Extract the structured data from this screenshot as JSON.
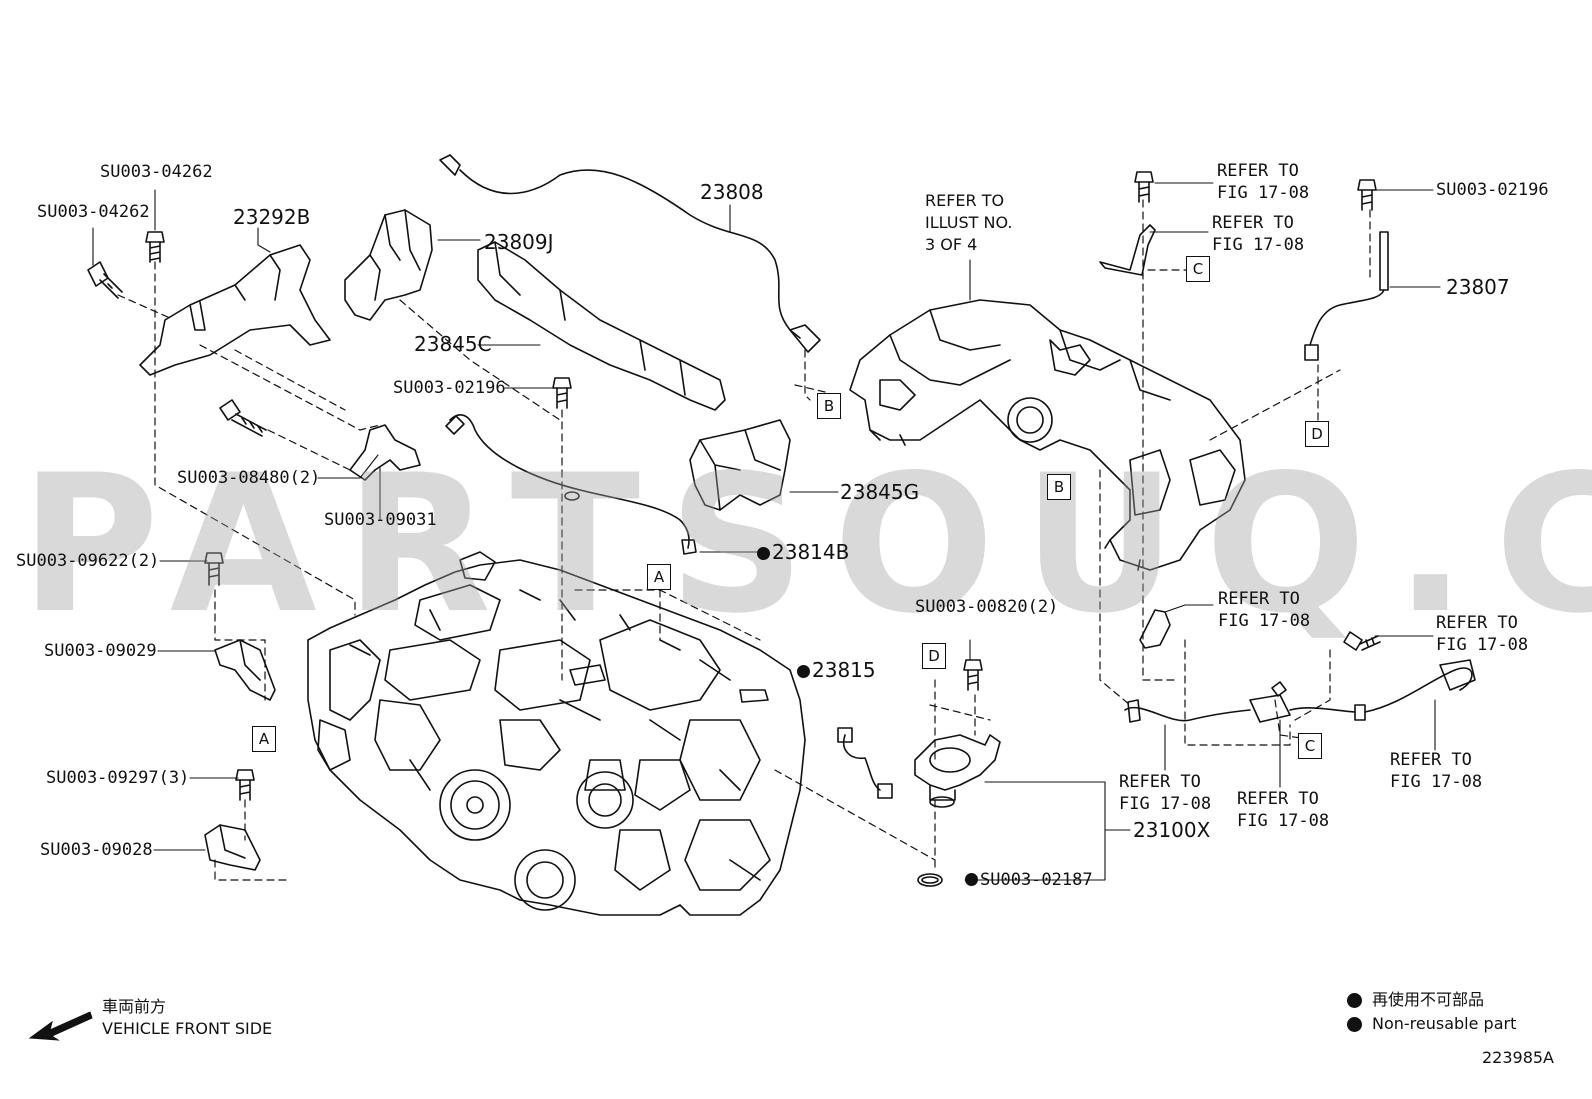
{
  "watermark": "PARTSOUQ.COM",
  "labels": {
    "su004262_top": "SU003-04262",
    "su004262_left": "SU003-04262",
    "p23292B": "23292B",
    "p23809J": "23809J",
    "p23808": "23808",
    "p23845C": "23845C",
    "su002196_mid": "SU003-02196",
    "su008480": "SU003-08480(2)",
    "su009031": "SU003-09031",
    "p23845G": "23845G",
    "p23814B": "23814B",
    "su009622": "SU003-09622(2)",
    "su009029": "SU003-09029",
    "su009297": "SU003-09297(3)",
    "su009028": "SU003-09028",
    "p23815": "23815",
    "su000820": "SU003-00820(2)",
    "p23100X": "23100X",
    "su002187": "SU003-02187",
    "su002196_right": "SU003-02196",
    "p23807": "23807"
  },
  "references": {
    "illust": [
      "REFER TO",
      "ILLUST NO.",
      "3 OF 4"
    ],
    "fig1": [
      "REFER TO",
      "FIG 17-08"
    ],
    "fig2": [
      "REFER TO",
      "FIG 17-08"
    ],
    "fig3": [
      "REFER TO",
      "FIG 17-08"
    ],
    "fig4": [
      "REFER TO",
      "FIG 17-08"
    ],
    "fig5": [
      "REFER TO",
      "FIG 17-08"
    ],
    "fig6": [
      "REFER TO",
      "FIG 17-08"
    ],
    "fig7": [
      "REFER TO",
      "FIG 17-08"
    ]
  },
  "boxes": {
    "a1": "A",
    "a2": "A",
    "b1": "B",
    "b2": "B",
    "c1": "C",
    "c2": "C",
    "d1": "D",
    "d2": "D"
  },
  "legend": {
    "jp": "再使用不可部品",
    "en": "Non-reusable part"
  },
  "front": {
    "jp": "車両前方",
    "en": "VEHICLE FRONT SIDE"
  },
  "figure_number": "223985A"
}
